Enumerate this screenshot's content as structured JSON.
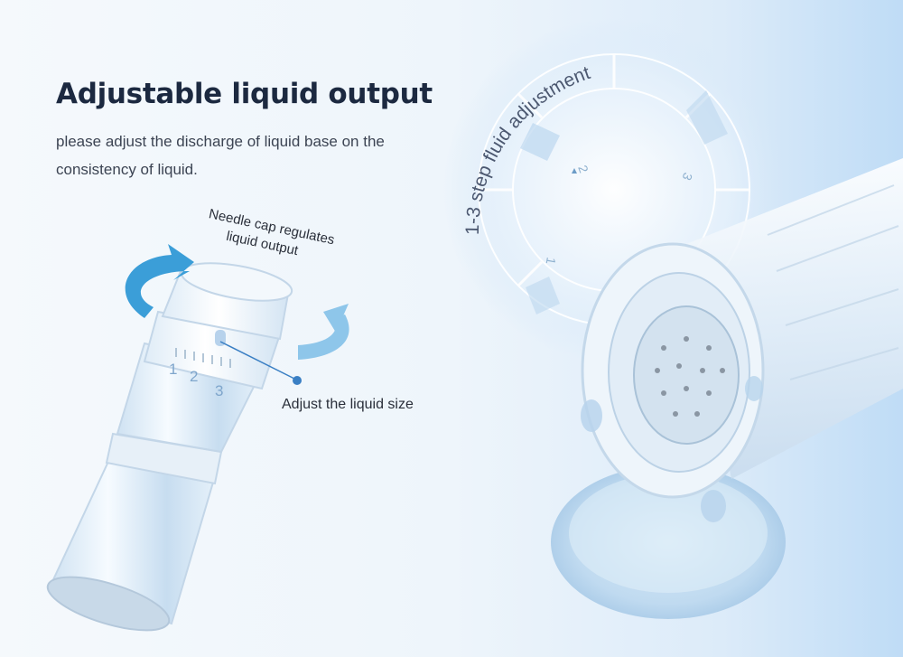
{
  "heading": "Adjustable liquid output",
  "description": "please adjust the discharge of liquid base on the consistency of liquid.",
  "needle_cap_label": "Needle cap regulates liquid output",
  "needle_cap_label_line1": "Needle cap regulates",
  "needle_cap_label_line2": "liquid output",
  "adjust_label": "Adjust the liquid size",
  "dial_arc_text": "1-3 step fluid adjustment",
  "dial_numbers": [
    "1",
    "2",
    "3"
  ],
  "cap_scale_numbers": [
    "1",
    "2",
    "3"
  ],
  "colors": {
    "rotate_arrow": "#3b9ed8",
    "callout": "#3a7fc4",
    "heading": "#1c2940"
  }
}
